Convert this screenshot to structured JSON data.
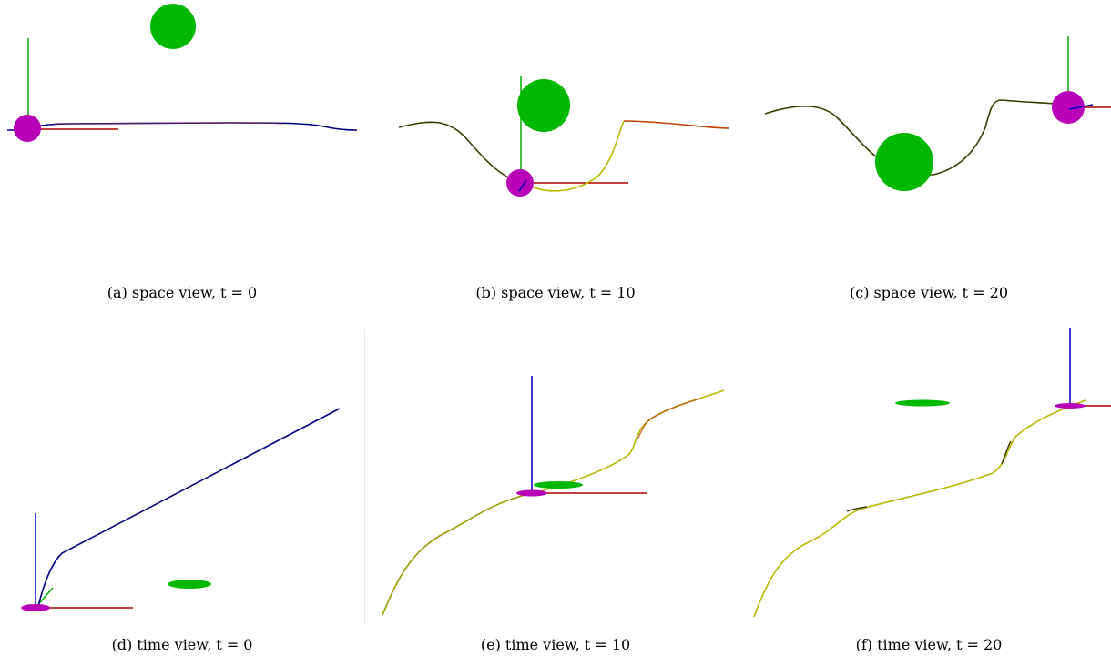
{
  "figure": {
    "panels": [
      {
        "caption": "(a) space view, t = 0"
      },
      {
        "caption": "(b) space view, t = 10"
      },
      {
        "caption": "(c) space view, t = 20"
      },
      {
        "caption": "(d) time view, t = 0"
      },
      {
        "caption": "(e) time view, t = 10"
      },
      {
        "caption": "(f) time view, t = 20"
      }
    ],
    "colors": {
      "axis_x": "#b00000",
      "axis_y": "#00b000",
      "axis_z": "#0000c0",
      "agent": "#b800b8",
      "obstacle": "#00b800",
      "path_initial": "#000080",
      "path_optimized": "#b8b800",
      "path_highlight": "#c04000"
    }
  }
}
